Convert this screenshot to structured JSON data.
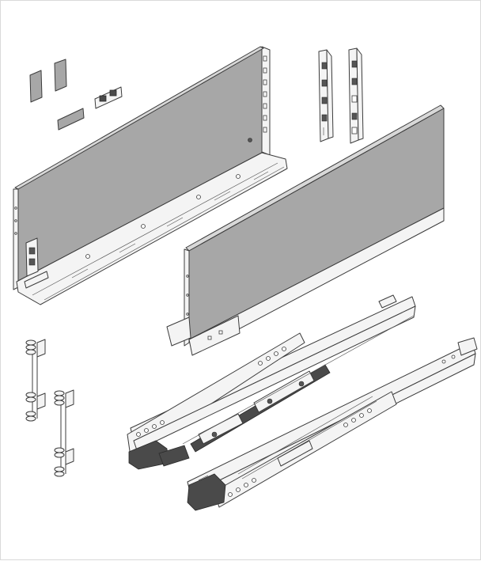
{
  "figure": {
    "colors": {
      "background": "#ffffff",
      "panel_fill": "#a7a7a7",
      "panel_edge": "#d8d8d8",
      "metal_fill": "#f4f4f4",
      "outline": "#3c3c3c",
      "dark_part": "#4a4a4a"
    },
    "parts": [
      "small-clip-pieces",
      "left-side-panel",
      "front-fixing-brackets",
      "right-side-panel",
      "rear-bracket-left",
      "rear-bracket-right",
      "runner-left",
      "runner-right"
    ]
  }
}
